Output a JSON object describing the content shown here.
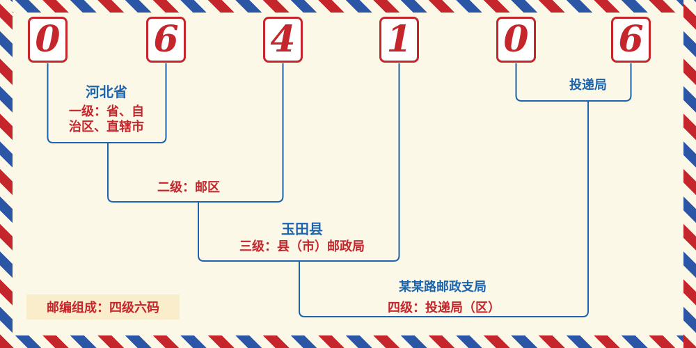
{
  "page": {
    "background": "#FCF8E8",
    "accent_red": "#C5262C",
    "accent_blue": "#1D64AE",
    "stripe_blue": "#2B55A5"
  },
  "postal_code": {
    "digits": [
      "0",
      "6",
      "4",
      "1",
      "0",
      "6"
    ]
  },
  "labels": {
    "level1_place": "河北省",
    "level1_desc_line1": "一级：省、自",
    "level1_desc_line2": "治区、直辖市",
    "level2_desc": "二级：邮区",
    "level3_place": "玉田县",
    "level3_desc": "三级：县（市）邮政局",
    "level4_place": "某某路邮政支局",
    "level4_desc": "四级：投递局（区）",
    "delivery_office": "投递局",
    "composition_note": "邮编组成：四级六码"
  }
}
